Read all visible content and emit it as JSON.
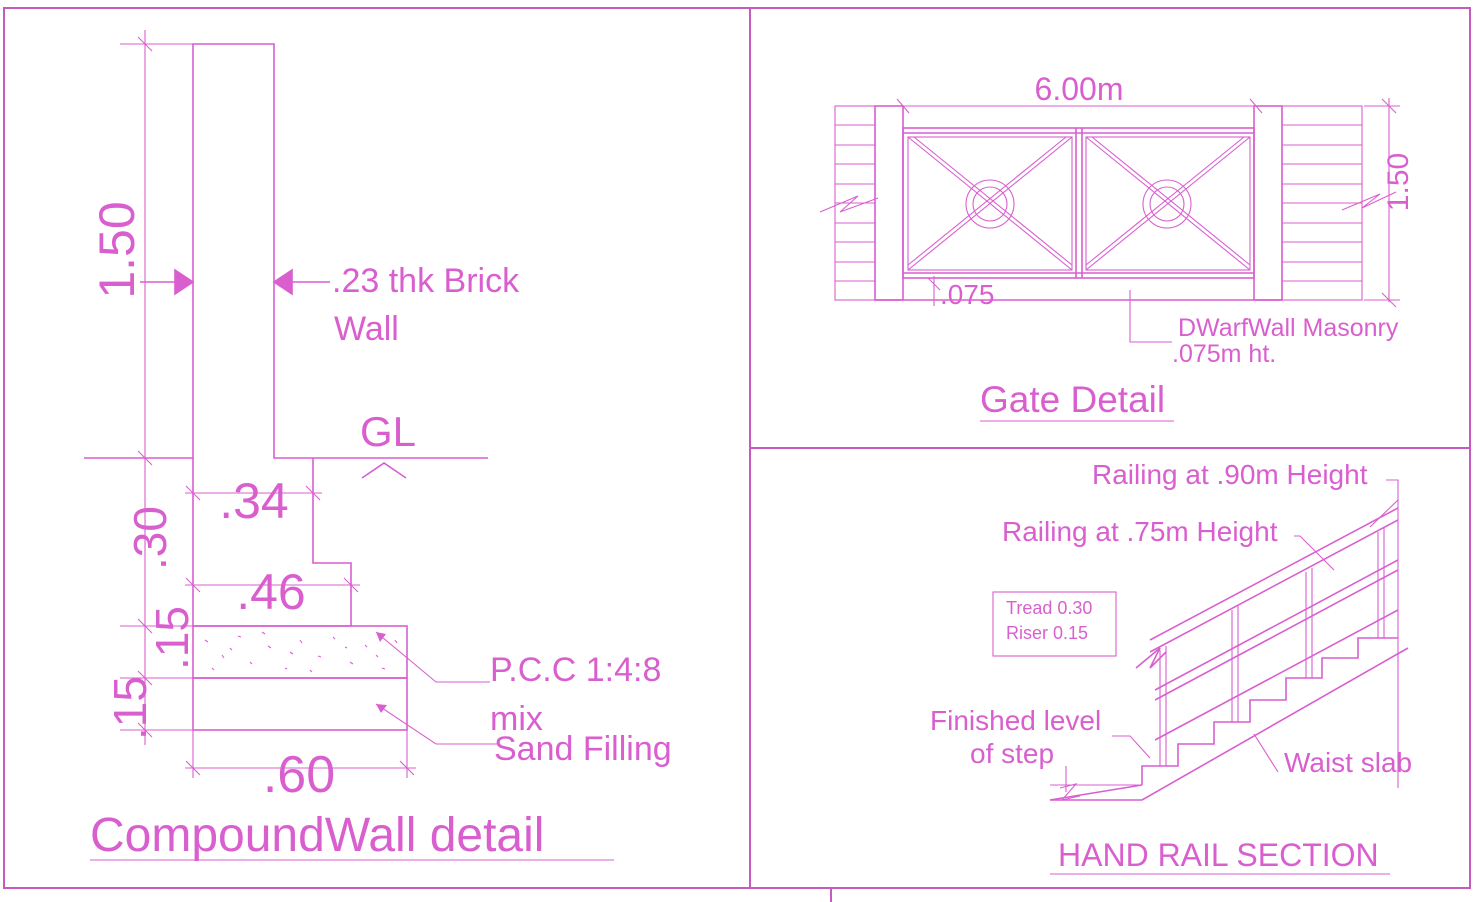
{
  "theme": {
    "line_color": "#d95fcf",
    "background": "#ffffff"
  },
  "compound_wall": {
    "title": "CompoundWall detail",
    "dim_wall_height": "1.50",
    "dim_footing_depth": ".30",
    "dim_pcc_thickness": ".15",
    "dim_sand_thickness": ".15",
    "dim_step1_width": ".34",
    "dim_step2_width": ".46",
    "dim_base_width": ".60",
    "wall_label_line1": ".23 thk Brick",
    "wall_label_line2": "Wall",
    "ground_level": "GL",
    "pcc_label_line1": "P.C.C 1:4:8",
    "pcc_label_line2": "mix",
    "sand_label": "Sand Filling"
  },
  "gate": {
    "title": "Gate Detail",
    "dim_width": "6.00m",
    "dim_height": "1.50",
    "dim_dwarf": ".075",
    "dwarf_label_line1": "DWarfWall Masonry",
    "dwarf_label_line2": ".075m ht."
  },
  "hand_rail": {
    "title": "HAND RAIL SECTION",
    "railing_upper": "Railing at .90m Height",
    "railing_lower": "Railing at .75m Height",
    "tread": "Tread  0.30",
    "riser": "Riser  0.15",
    "finished_level_line1": "Finished level",
    "finished_level_line2": "of step",
    "waist_slab": "Waist slab"
  }
}
